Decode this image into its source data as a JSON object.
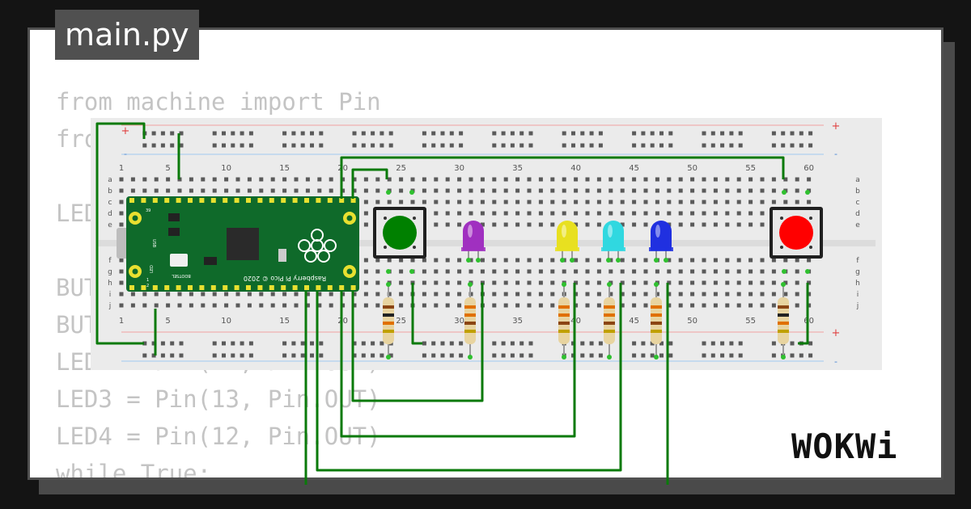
{
  "editor": {
    "filename": "main.py",
    "code_lines": [
      "from machine import Pin",
      "fro",
      "",
      "LED",
      "",
      "BUT",
      "BUT",
      "LED2 = Pin(14, Pin.OUT)",
      "LED3 = Pin(13, Pin.OUT)",
      "LED4 = Pin(12, Pin.OUT)",
      "while True:"
    ]
  },
  "breadboard": {
    "plus_label": "+",
    "minus_label": "-",
    "column_numbers": [
      "1",
      "5",
      "10",
      "15",
      "20",
      "25",
      "30",
      "35",
      "40",
      "45",
      "50",
      "55",
      "60"
    ],
    "top_row_letters": [
      "a",
      "b",
      "c",
      "d",
      "e"
    ],
    "bottom_row_letters": [
      "f",
      "g",
      "h",
      "i",
      "j"
    ]
  },
  "pico": {
    "board_text": "Raspberry Pi Pico © 2020",
    "bootsel_label": "BOOTSEL",
    "usb_label": "USB",
    "led_label": "LED",
    "pin_numbers": [
      "39",
      "1",
      "2"
    ]
  },
  "components": {
    "buttons": [
      {
        "color": "#008000"
      },
      {
        "color": "#ff0000"
      }
    ],
    "leds": [
      {
        "color": "#a030c0"
      },
      {
        "color": "#e8e020"
      },
      {
        "color": "#30d8e0"
      },
      {
        "color": "#2030e0"
      }
    ]
  },
  "colors": {
    "wire": "#0a7a0a",
    "pcb": "#0f6a2a",
    "breadboard": "#ebebeb",
    "hole": "#5a5a5a"
  },
  "brand": {
    "logo_text": "WOKWi"
  }
}
